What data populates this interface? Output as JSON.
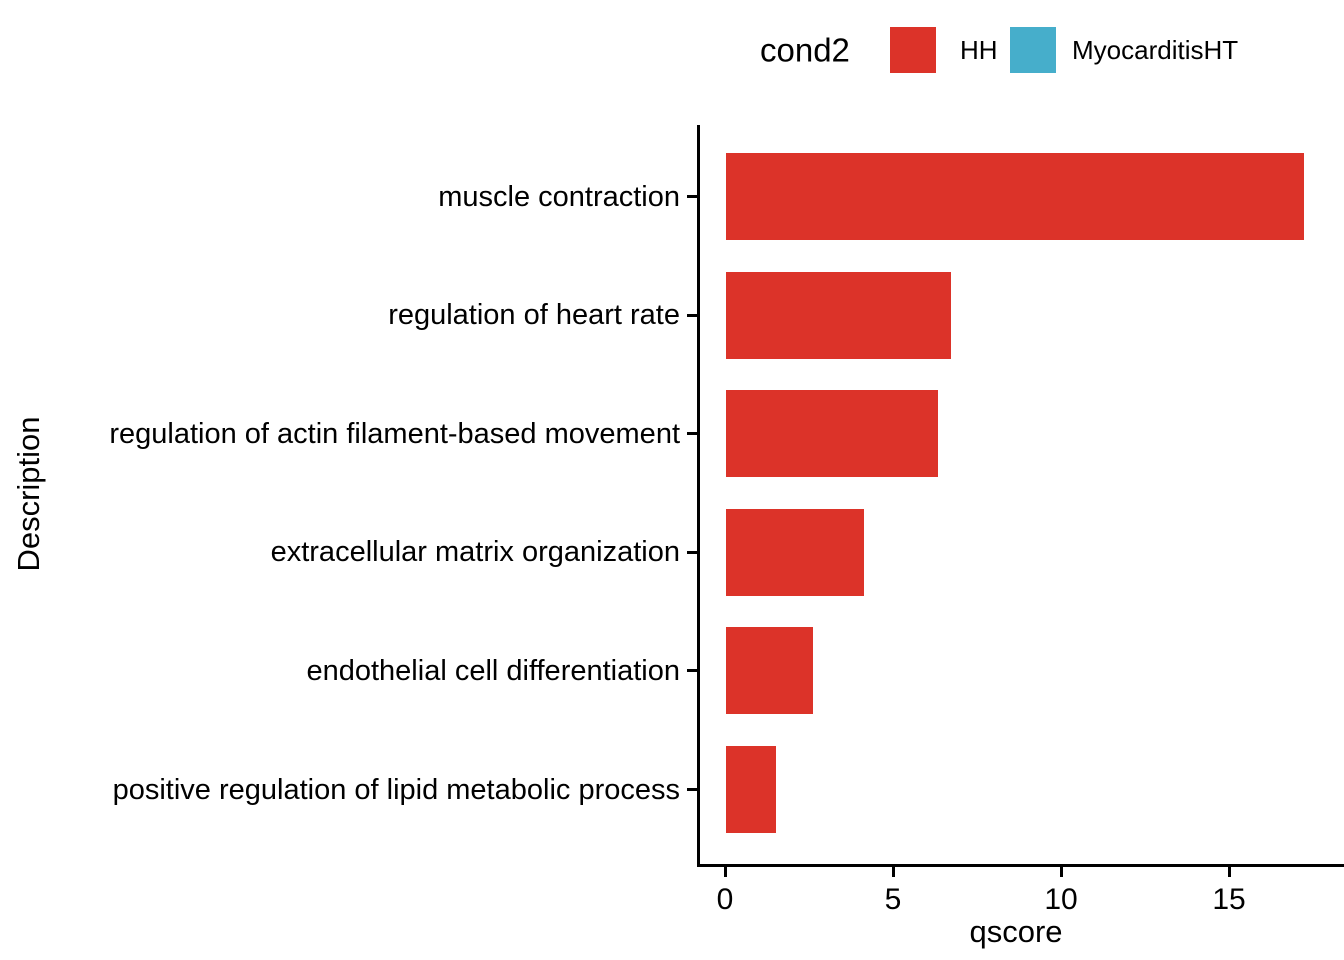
{
  "chart_data": {
    "type": "bar",
    "orientation": "horizontal",
    "title": "",
    "xlabel": "qscore",
    "ylabel": "Description",
    "xlim": [
      0,
      18.4
    ],
    "x_ticks": [
      0,
      5,
      10,
      15
    ],
    "grid": false,
    "legend": {
      "title": "cond2",
      "position": "top-right",
      "entries": [
        {
          "label": "HH",
          "color": "#DC3329"
        },
        {
          "label": "MyocarditisHT",
          "color": "#46AECB"
        }
      ]
    },
    "categories": [
      "muscle contraction",
      "regulation of heart rate",
      "regulation of actin filament-based movement",
      "extracellular matrix organization",
      "endothelial cell differentiation",
      "positive regulation of lipid metabolic process"
    ],
    "series": [
      {
        "name": "HH",
        "color": "#DC3329",
        "values": [
          17.2,
          6.7,
          6.3,
          4.1,
          2.6,
          1.5
        ]
      }
    ]
  },
  "colors": {
    "axis": "#000000",
    "text": "#000000",
    "background": "#FFFFFF"
  }
}
